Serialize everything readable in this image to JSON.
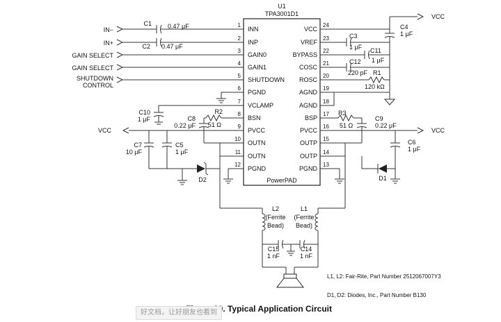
{
  "chip": {
    "ref": "U1",
    "part": "TPA3001D1",
    "pad": "PowerPAD",
    "left_pins": [
      {
        "num": "1",
        "name": "INN"
      },
      {
        "num": "2",
        "name": "INP"
      },
      {
        "num": "3",
        "name": "GAIN0"
      },
      {
        "num": "4",
        "name": "GAIN1"
      },
      {
        "num": "5",
        "name": "SHUTDOWN"
      },
      {
        "num": "6",
        "name": "PGND"
      },
      {
        "num": "7",
        "name": "VCLAMP"
      },
      {
        "num": "8",
        "name": "BSN"
      },
      {
        "num": "9",
        "name": "PVCC"
      },
      {
        "num": "10",
        "name": "OUTN"
      },
      {
        "num": "11",
        "name": "OUTN"
      },
      {
        "num": "12",
        "name": "PGND"
      }
    ],
    "right_pins": [
      {
        "num": "24",
        "name": "VCC"
      },
      {
        "num": "23",
        "name": "VREF"
      },
      {
        "num": "22",
        "name": "BYPASS"
      },
      {
        "num": "21",
        "name": "COSC"
      },
      {
        "num": "20",
        "name": "ROSC"
      },
      {
        "num": "19",
        "name": "AGND"
      },
      {
        "num": "18",
        "name": "AGND"
      },
      {
        "num": "17",
        "name": "BSP"
      },
      {
        "num": "16",
        "name": "PVCC"
      },
      {
        "num": "15",
        "name": "OUTP"
      },
      {
        "num": "14",
        "name": "OUTP"
      },
      {
        "num": "13",
        "name": "PGND"
      }
    ]
  },
  "inputs": {
    "in_minus": "IN−",
    "in_plus": "IN+",
    "gain_select_1": "GAIN SELECT",
    "gain_select_2": "GAIN SELECT",
    "shutdown_1": "SHUTDOWN",
    "shutdown_2": "CONTROL"
  },
  "components": {
    "c1": "C1",
    "c1_val": "0.47 μF",
    "c2": "C2",
    "c2_val": "0.47 μF",
    "c3": "C3",
    "c3_val": "1 μF",
    "c4": "C4",
    "c4_val": "1 μF",
    "c11": "C11",
    "c11_val": "1 μF",
    "c12": "C12",
    "c12_val": "220 pF",
    "r1": "R1",
    "r1_val": "120 kΩ",
    "c10": "C10",
    "c10_val": "1 μF",
    "c8": "C8",
    "c8_val": "0.22 μF",
    "r2": "R2",
    "r2_val": "51 Ω",
    "r3": "R3",
    "r3_val": "51 Ω",
    "c9": "C9",
    "c9_val": "0.22 μF",
    "c7": "C7",
    "c7_val": "10 μF",
    "c5": "C5",
    "c5_val": "1 μF",
    "c6": "C6",
    "c6_val": "1 μF",
    "d1": "D1",
    "d2": "D2",
    "l1": "L1",
    "l2": "L2",
    "ferrite": "(Ferrite",
    "bead": "Bead)",
    "c15": "C15",
    "c15_val": "1 nF",
    "c14": "C14",
    "c14_val": "1 nF",
    "vcc_top": "VCC",
    "vcc_left": "VCC",
    "vcc_right": "VCC"
  },
  "notes": {
    "inductors": "L1, L2: Fair-Rite, Part Number 2512067007Y3",
    "diodes": "D1, D2: Diodes, Inc., Part Number B130"
  },
  "caption": "Figure 30. Typical Application Circuit",
  "watermark": "好文档，让好朋友也看到"
}
